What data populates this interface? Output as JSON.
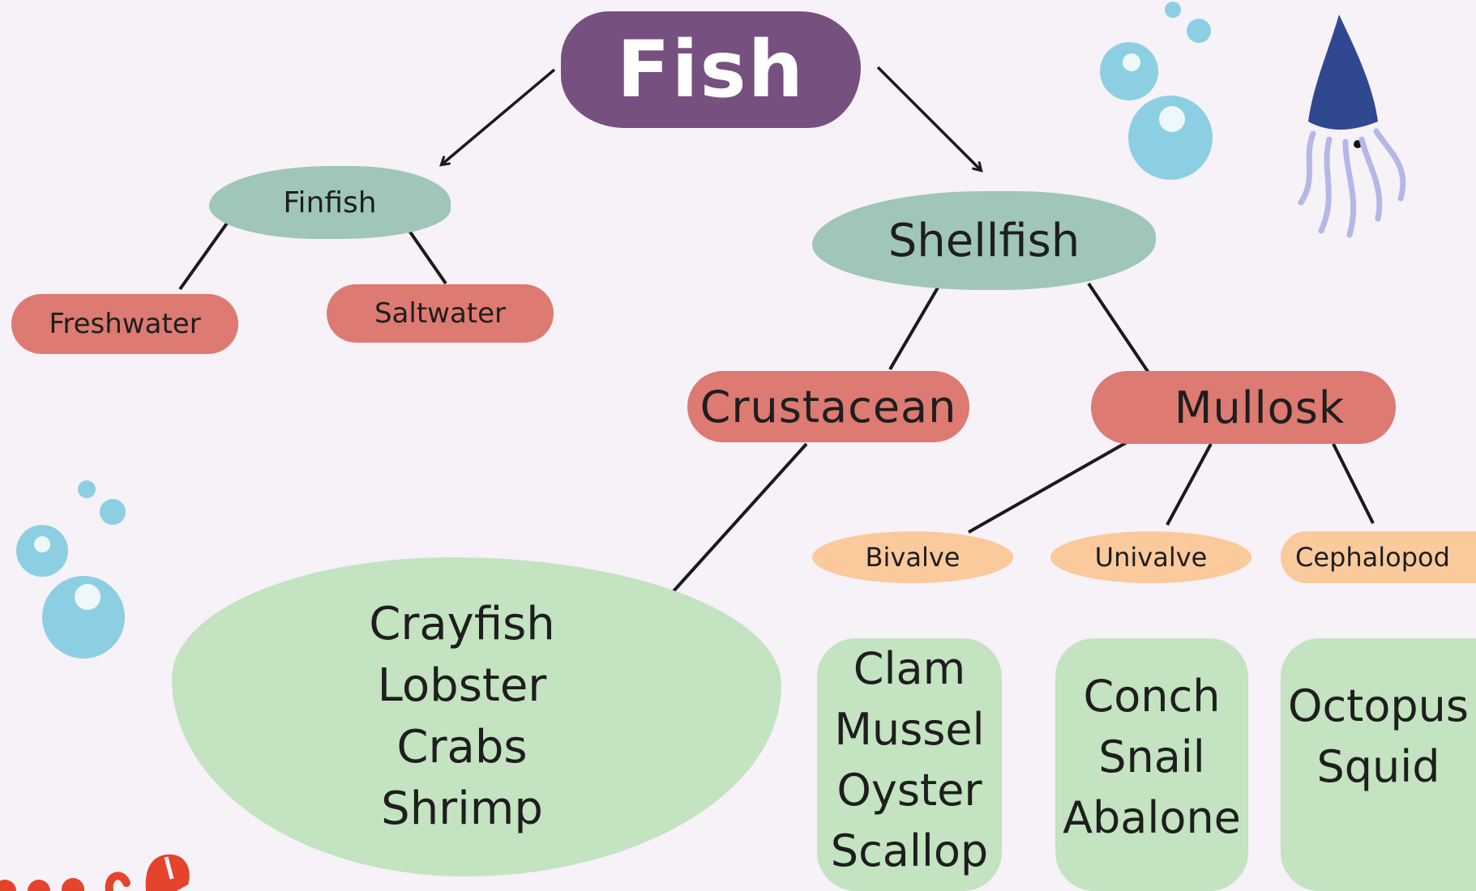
{
  "root": {
    "label": "Fish"
  },
  "finfish": {
    "label": "Finfish",
    "children": [
      "Freshwater",
      "Saltwater"
    ]
  },
  "shellfish": {
    "label": "Shellfish",
    "crustacean": {
      "label": "Crustacean",
      "items": [
        "Crayfish",
        "Lobster",
        "Crabs",
        "Shrimp"
      ]
    },
    "mullosk": {
      "label": "Mullosk",
      "bivalve": {
        "label": "Bivalve",
        "items": [
          "Clam",
          "Mussel",
          "Oyster",
          "Scallop"
        ]
      },
      "univalve": {
        "label": "Univalve",
        "items": [
          "Conch",
          "Snail",
          "Abalone"
        ]
      },
      "cephalopod": {
        "label": "Cephalopod",
        "items": [
          "Octopus",
          "Squid"
        ]
      }
    }
  },
  "colors": {
    "root": "#76507f",
    "category": "#9fc6b8",
    "subcategory": "#dd7a72",
    "class": "#fac99c",
    "examples": "#c4e3c1",
    "bubbles": "#8ccfe3",
    "squid": "#2f4890",
    "tentacles": "#b4b8e6"
  },
  "decorations": [
    "bubbles-icon",
    "squid-icon",
    "crab-icon"
  ]
}
